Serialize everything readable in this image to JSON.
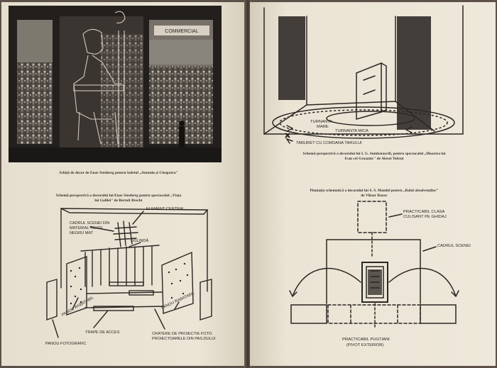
{
  "left_page": {
    "photo_caption": "Schiță de decor de Enar Stenberg pentru baletul „Antoniu și Cleopatra\"",
    "photo_sign_text": "COMMERCIAL",
    "sketch_caption_line1": "Schemă-perspectivă a decorului lui Enar Stenberg pentru spectacolul „Viața",
    "sketch_caption_line2": "lui Galilei\" de Bertolt Brecht",
    "labels": {
      "element_central": "ELEMENT CENTRAL",
      "cadrul_line1": "CADRUL SCENEI DIN",
      "cadrul_line2": "MATERIAL TEXTIL",
      "cadrul_line3": "NEGRU MAT",
      "oglinda": "OGLINDĂ",
      "panou_rabatabil_left": "PANOU RABATABIL",
      "panou_rabatabil_right": "PANOU RABATABIL",
      "trape": "TRAPE DE ACCES",
      "cratere_line1": "CRATERE DE PROIECTIE FOTO.",
      "cratere_line2": "PROIECTOARELE DIN PAS.DULUI",
      "panou_fotografic": "PANOU FOTOGRAFIC"
    }
  },
  "right_page": {
    "sketch1_caption_line1": "Schemă-perspectivă a decorului lui I. G. Sumbatașvili, pentru spectacolul „Moartea lui",
    "sketch1_caption_line2": "Ivan cel Groaznic\" de Alexei Tolstoi",
    "sketch1_labels": {
      "turnanta_mare_line1": "TURNANTA",
      "turnanta_mare_line2": "MARE",
      "turnanta_mica": "TURNANTA MICA",
      "taburet": "TABURET CU CORDANA TARULUI"
    },
    "sketch2_caption_line1": "Planiația schematică a decorului lui S. S. Mandel pentru „Balul absolvenților\"",
    "sketch2_caption_line2": "de Viktor Rozov",
    "sketch2_labels": {
      "practicabil_clasa_line1": "PRACTICABIL CLASA",
      "practicabil_clasa_line2": "CULISANT PE GHIDAJ",
      "cadrul_scenei": "CADRUL SCENEI",
      "practicabil_pugtiani_line1": "PRACTICABIL PUGTIANI",
      "practicabil_pugtiani_line2": "(PIVOT EXTERIOR)"
    }
  }
}
